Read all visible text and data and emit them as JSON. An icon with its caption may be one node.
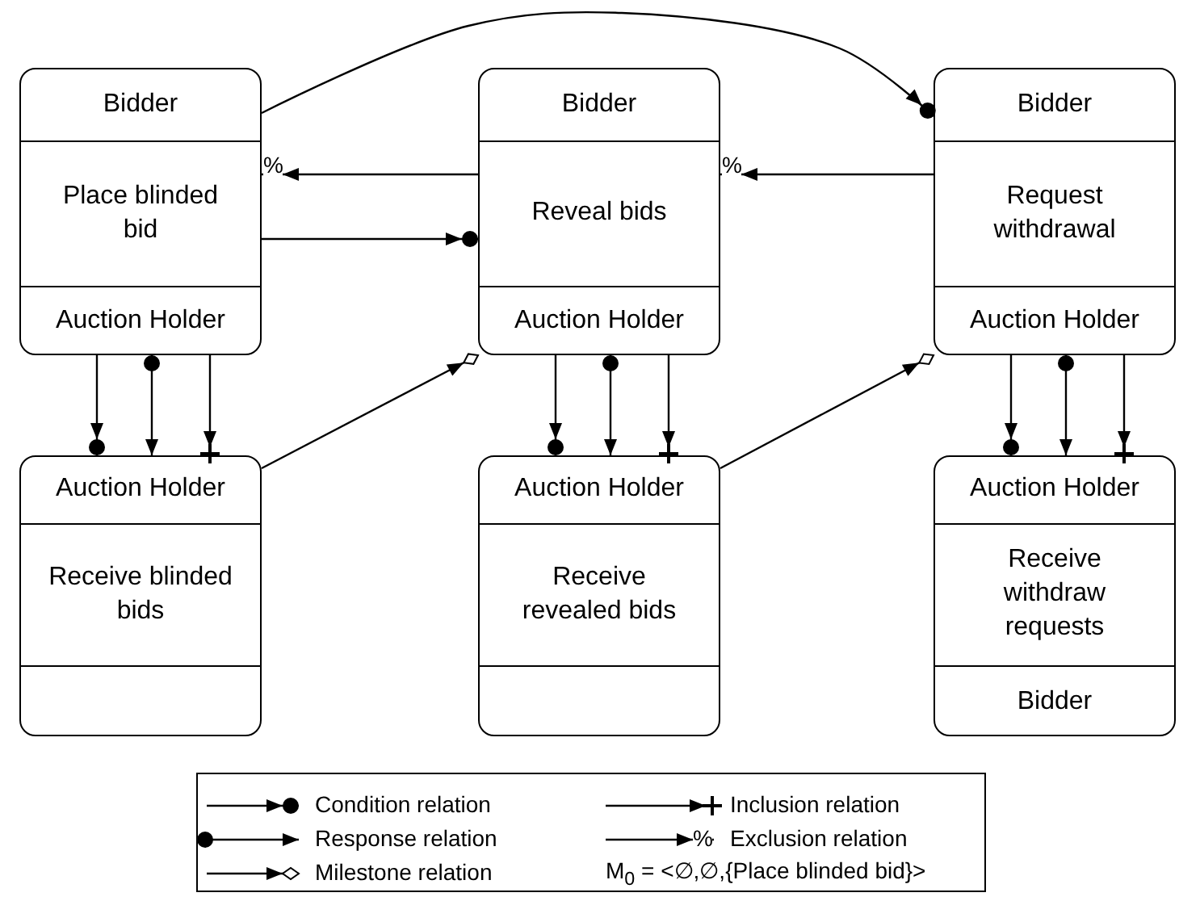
{
  "diagram": {
    "nodes": [
      {
        "text": [
          "Bidder",
          "Place blinded bid",
          "Auction Holder"
        ]
      },
      {
        "text": [
          "Bidder",
          "Reveal bids",
          "Auction Holder"
        ]
      },
      {
        "text": [
          "Bidder",
          "Request withdrawal",
          "Auction Holder"
        ]
      },
      {
        "text": [
          "Auction Holder",
          "Receive blinded bids"
        ]
      },
      {
        "text": [
          "Auction Holder",
          "Receive revealed bids"
        ]
      },
      {
        "text": [
          "Auction Holder",
          "Receive withdraw requests",
          "Bidder"
        ]
      }
    ],
    "edges": [
      {
        "from": 0,
        "to": 1,
        "arrow": "to"
      },
      {
        "from": 1,
        "to": 0,
        "arrow": "to",
        "label": "%"
      },
      {
        "from": 2,
        "to": 1,
        "arrow": "to",
        "label": "%"
      },
      {
        "from": 0,
        "to": 2,
        "arrow": "to"
      },
      {
        "from": 0,
        "to": 3,
        "arrow": "to"
      },
      {
        "from": 0,
        "to": 3,
        "arrow": "to"
      },
      {
        "from": 0,
        "to": 3,
        "arrow": "to"
      },
      {
        "from": 3,
        "to": 1,
        "arrow": "to"
      },
      {
        "from": 1,
        "to": 4,
        "arrow": "to"
      },
      {
        "from": 1,
        "to": 4,
        "arrow": "to"
      },
      {
        "from": 1,
        "to": 4,
        "arrow": "to"
      },
      {
        "from": 4,
        "to": 2,
        "arrow": "to"
      },
      {
        "from": 2,
        "to": 5,
        "arrow": "to"
      },
      {
        "from": 2,
        "to": 5,
        "arrow": "to"
      },
      {
        "from": 2,
        "to": 5,
        "arrow": "to"
      }
    ],
    "labels": [
      "%",
      "M$_{0}$ = <∅,∅,{Place blinded bid}>"
    ],
    "legend": [
      {
        "text": "Condition relation"
      },
      {
        "text": "Inclusion relation"
      },
      {
        "text": "Response relation"
      },
      {
        "text": "Exclusion relation"
      },
      {
        "text": "Milestone relation"
      }
    ]
  }
}
